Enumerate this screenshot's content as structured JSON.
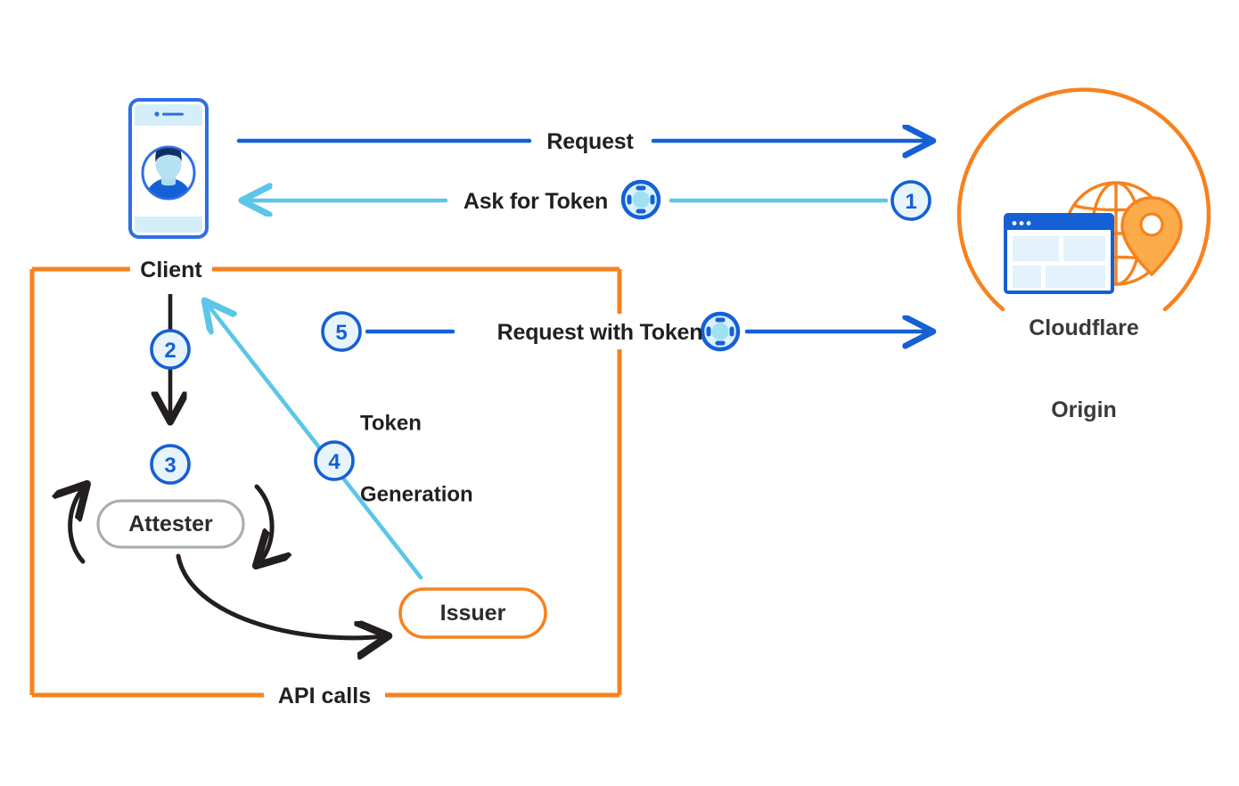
{
  "diagram": {
    "title": "Privacy Pass token issuance and redemption flow",
    "background": "#ffffff",
    "colors": {
      "dark_blue": "#1560d4",
      "light_blue": "#5bc6e8",
      "orange": "#f6821f",
      "black": "#231f20",
      "gray": "#a8b0b4",
      "pale_blue_fill": "#e8f4fc",
      "phone_screen": "#d4effa"
    }
  },
  "entities": {
    "client": {
      "label": "Client",
      "icon": "mobile-phone-user-icon"
    },
    "attester": {
      "label": "Attester",
      "shape": "pill",
      "outline": "#a8b0b4"
    },
    "issuer": {
      "label": "Issuer",
      "shape": "pill",
      "outline": "#f6821f"
    },
    "cloudflare_origin": {
      "label": "Cloudflare\nOrigin",
      "line1": "Cloudflare",
      "line2": "Origin",
      "icon": "globe-browser-pin-icon"
    }
  },
  "group_box": {
    "top_label": "Client",
    "bottom_label": "API calls",
    "color": "#f6821f"
  },
  "flows": [
    {
      "id": "request",
      "label": "Request",
      "from": "client",
      "to": "cloudflare_origin",
      "direction": "right",
      "color": "#1560d4",
      "step": null,
      "token_icon": false
    },
    {
      "id": "ask-for-token",
      "label": "Ask for Token",
      "from": "cloudflare_origin",
      "to": "client",
      "direction": "left",
      "color": "#5bc6e8",
      "step": "1",
      "token_icon": true
    },
    {
      "id": "client-to-attester",
      "label": "",
      "from": "client",
      "to": "attester",
      "direction": "down",
      "color": "#231f20",
      "step": "2",
      "token_icon": false
    },
    {
      "id": "attestation",
      "label": "",
      "from": "attester",
      "to": "issuer",
      "direction": "curved",
      "color": "#231f20",
      "step": "3",
      "token_icon": false
    },
    {
      "id": "token-generation",
      "label": "Token\nGeneration",
      "line1": "Token",
      "line2": "Generation",
      "from": "issuer",
      "to": "client",
      "direction": "up-left",
      "color": "#5bc6e8",
      "step": "4",
      "token_icon": false
    },
    {
      "id": "request-with-token",
      "label": "Request with Token",
      "from": "client",
      "to": "cloudflare_origin",
      "direction": "right",
      "color": "#1560d4",
      "step": "5",
      "token_icon": true
    }
  ],
  "step_numbers": [
    "1",
    "2",
    "3",
    "4",
    "5"
  ],
  "icons": {
    "token": "privacy-pass-token-icon",
    "step_badge": "numbered-step-circle-icon"
  }
}
